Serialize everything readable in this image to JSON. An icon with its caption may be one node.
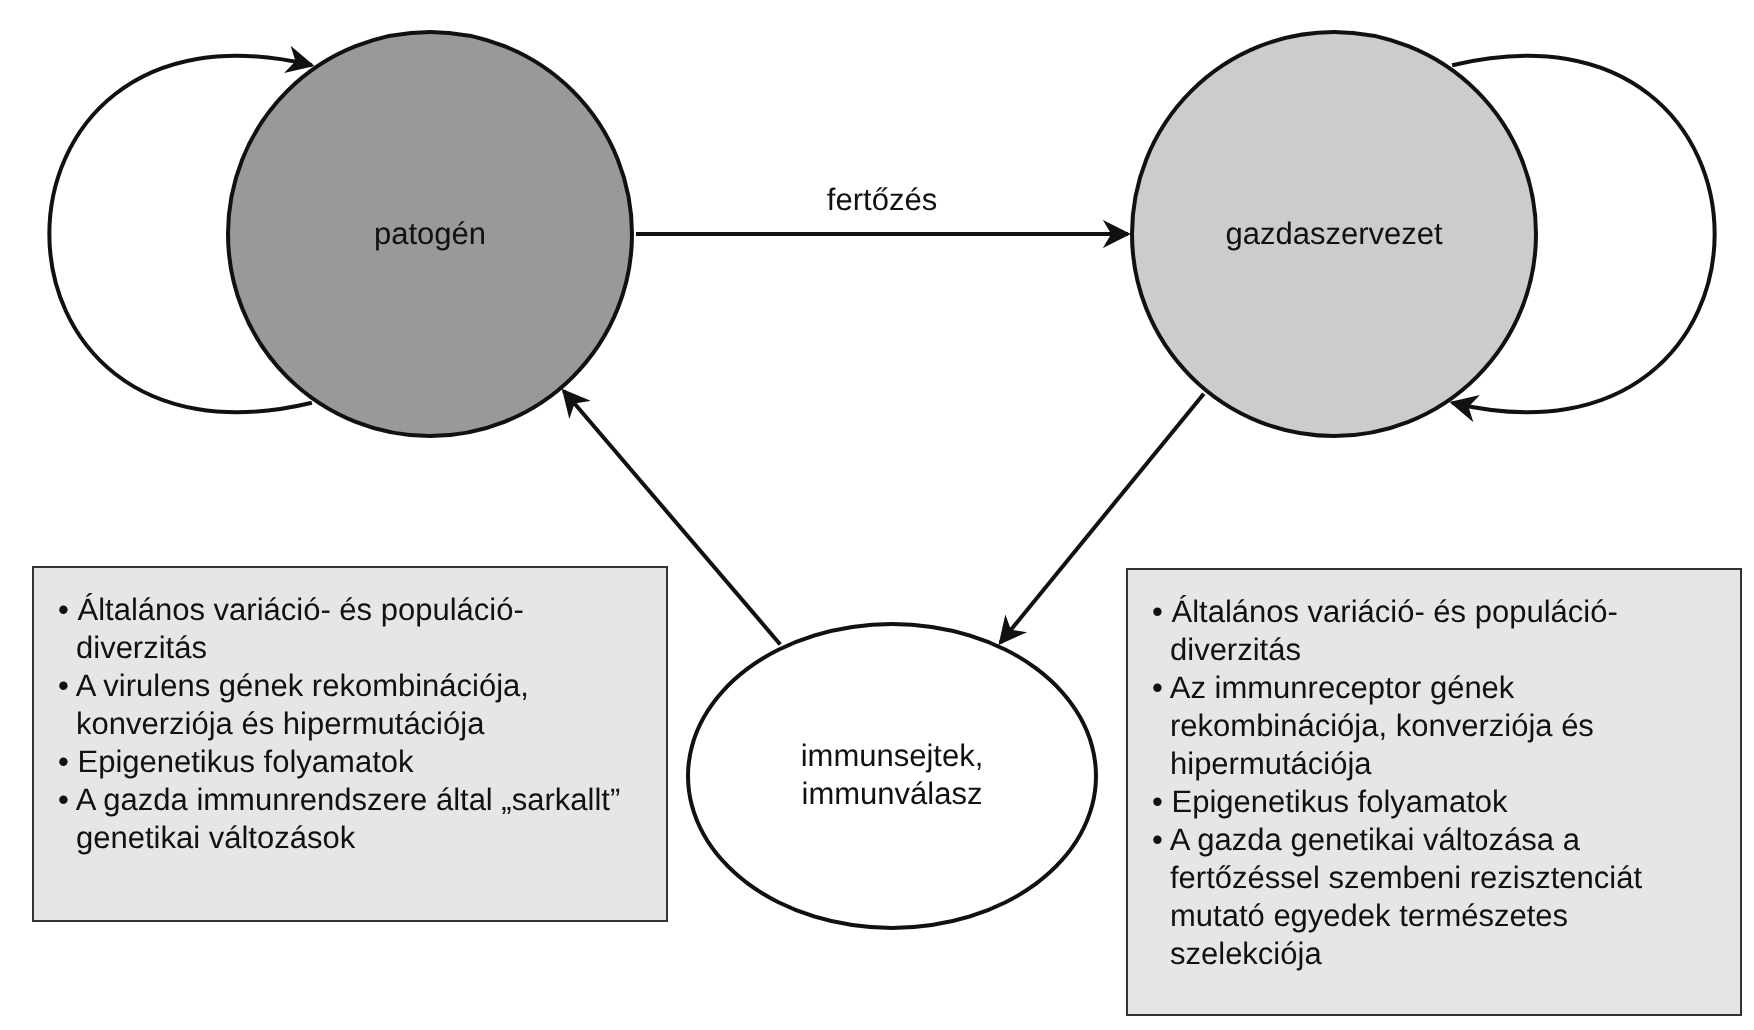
{
  "diagram": {
    "nodes": [
      {
        "text": [
          "patogén"
        ]
      },
      {
        "text": [
          "gazdaszervezet"
        ]
      },
      {
        "text": [
          "• Általános variáció- és populáció-diverzitás",
          "• A virulens gének rekombinációja, konverziója és hipermutációja",
          "• Epigenetikus folyamatok",
          "• A gazda immunrendszere által „sarkallt” genetikai változások"
        ]
      },
      {
        "text": [
          "immunsejtek, immunválasz"
        ]
      },
      {
        "text": [
          "• Általános variáció- és populáció-diverzitás",
          "• Az immunreceptor gének rekombinációja, konverziója és hipermutációja",
          "• Epigenetikus folyamatok",
          "• A gazda genetikai változása a fertőzéssel szembeni rezisztenciát mutató egyedek természetes szelekciója"
        ]
      }
    ],
    "edges": [
      {
        "from": 0,
        "to": 0,
        "arrow": "to"
      },
      {
        "from": 0,
        "to": 1,
        "label": "fertőzés",
        "arrow": "to"
      },
      {
        "from": 1,
        "to": 1,
        "arrow": "to"
      },
      {
        "from": 1,
        "to": 3,
        "arrow": "to"
      },
      {
        "from": 3,
        "to": 0,
        "arrow": "to"
      }
    ]
  }
}
